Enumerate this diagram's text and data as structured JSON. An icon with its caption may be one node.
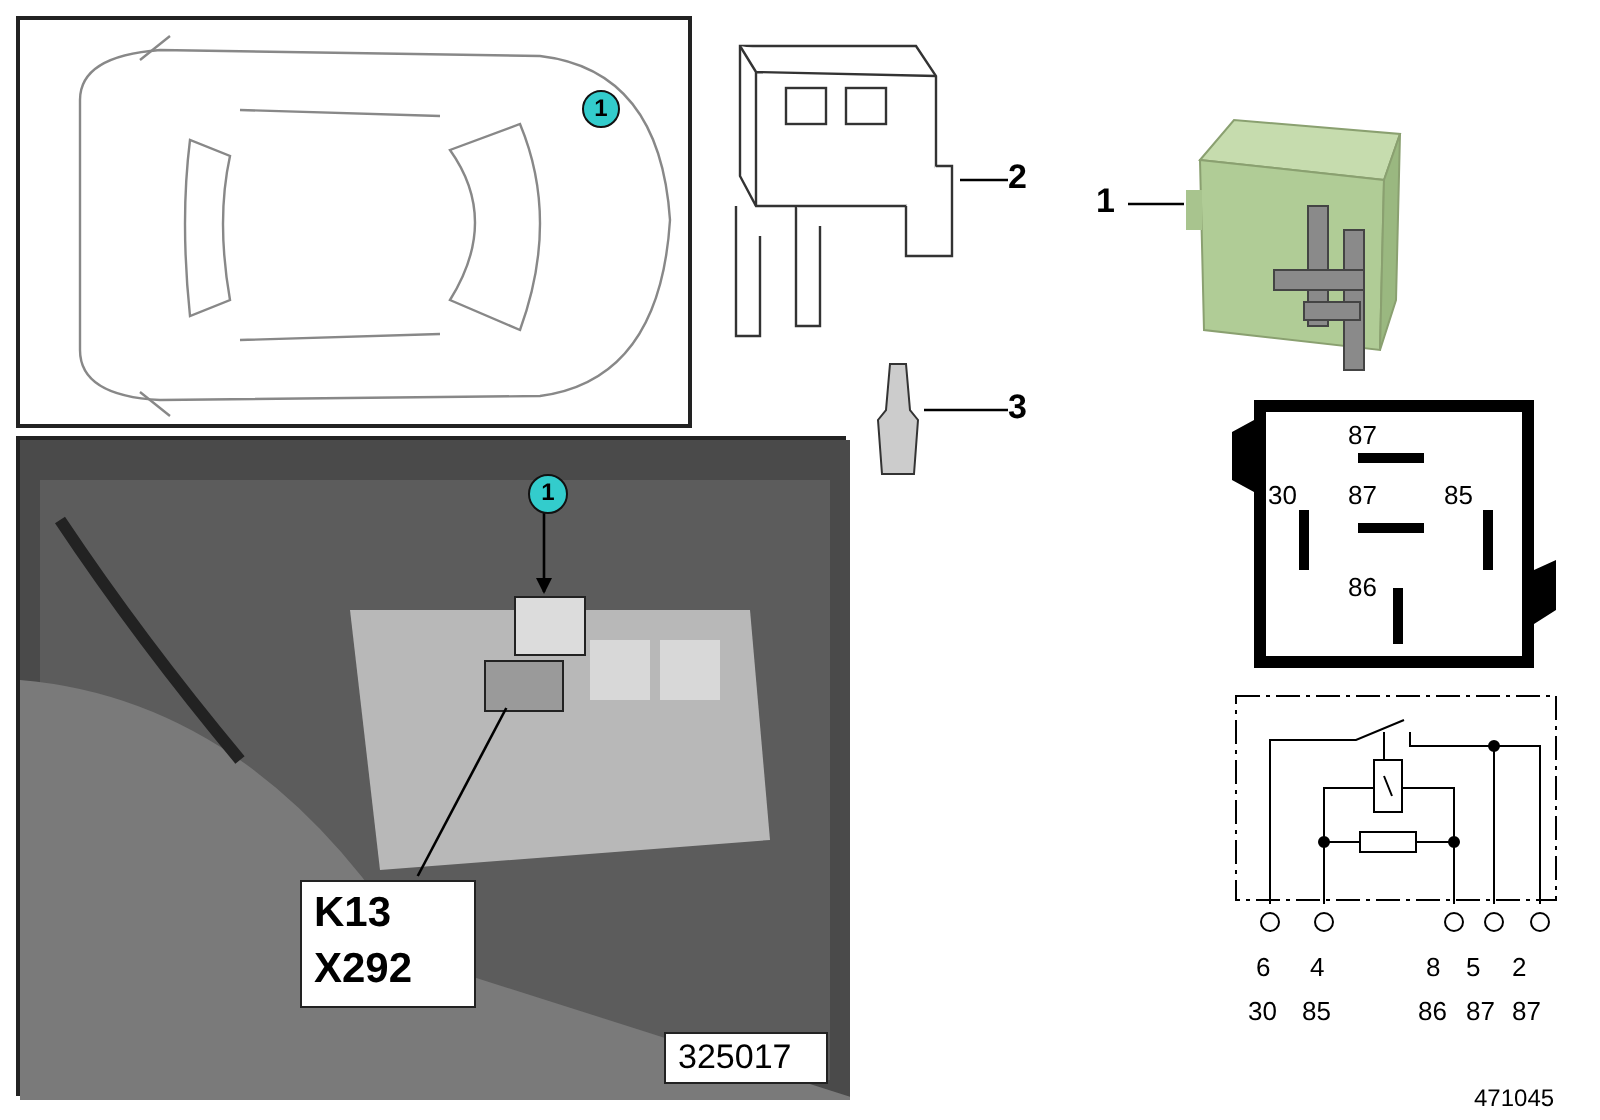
{
  "diagram": {
    "nodes": [
      {
        "text": [],
        "shape": "picture"
      },
      {
        "text": [
          "1"
        ],
        "in": 0
      },
      {
        "text": [],
        "shape": "picture"
      },
      {
        "text": [
          "1"
        ],
        "in": 2
      },
      {
        "text": [],
        "shape": "box",
        "in": 2
      },
      {
        "text": [
          "K13 X292"
        ],
        "in": 2
      },
      {
        "text": [],
        "shape": "box",
        "in": 2
      },
      {
        "text": [
          "325017"
        ],
        "in": 2
      },
      {
        "text": [
          "2"
        ]
      },
      {
        "text": [],
        "shape": "picture"
      },
      {
        "text": [
          "3"
        ]
      },
      {
        "text": [],
        "shape": "picture"
      },
      {
        "text": [
          "1"
        ]
      },
      {
        "text": [],
        "shape": "picture"
      },
      {
        "text": [
          "87",
          "30",
          "87",
          "85",
          "86"
        ]
      }
    ],
    "edges": [
      {
        "from": 3,
        "to": 4,
        "arrow": "to"
      },
      {
        "from": 5,
        "to": 6,
        "arrow": "none"
      },
      {
        "from": 8,
        "to": 9,
        "arrow": "none"
      },
      {
        "from": 10,
        "to": 11,
        "arrow": "none"
      },
      {
        "from": 12,
        "to": 13,
        "arrow": "none"
      }
    ],
    "labels": [
      "6",
      "4",
      "8",
      "5",
      "2",
      "30",
      "85",
      "86",
      "87",
      "87",
      "471045"
    ]
  }
}
